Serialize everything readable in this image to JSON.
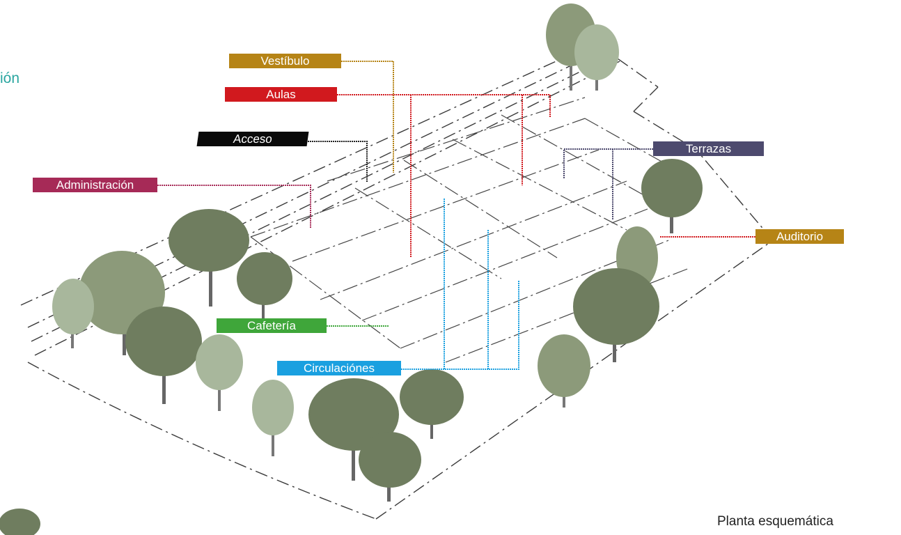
{
  "heading_fragment": "ión",
  "caption": "Planta esquemática",
  "labels": {
    "vestibulo": {
      "text": "Vestíbulo",
      "color": "#b68416"
    },
    "aulas": {
      "text": "Aulas",
      "color": "#d1191e"
    },
    "acceso": {
      "text": "Acceso",
      "color": "#0a0a0a"
    },
    "administracion": {
      "text": "Administración",
      "color": "#a62a57"
    },
    "terrazas": {
      "text": "Terrazas",
      "color": "#4d4a6e"
    },
    "auditorio": {
      "text": "Auditorio",
      "color": "#b68416"
    },
    "cafeteria": {
      "text": "Cafetería",
      "color": "#3fa63a"
    },
    "circulaciones": {
      "text": "Circulaciónes",
      "color": "#1aa0e0"
    }
  },
  "colors": {
    "accent_teal": "#2aa6a0",
    "sketch": "#3a3a3a",
    "tree_dark": "#6f7d5f",
    "tree_light": "#a8b79c"
  }
}
